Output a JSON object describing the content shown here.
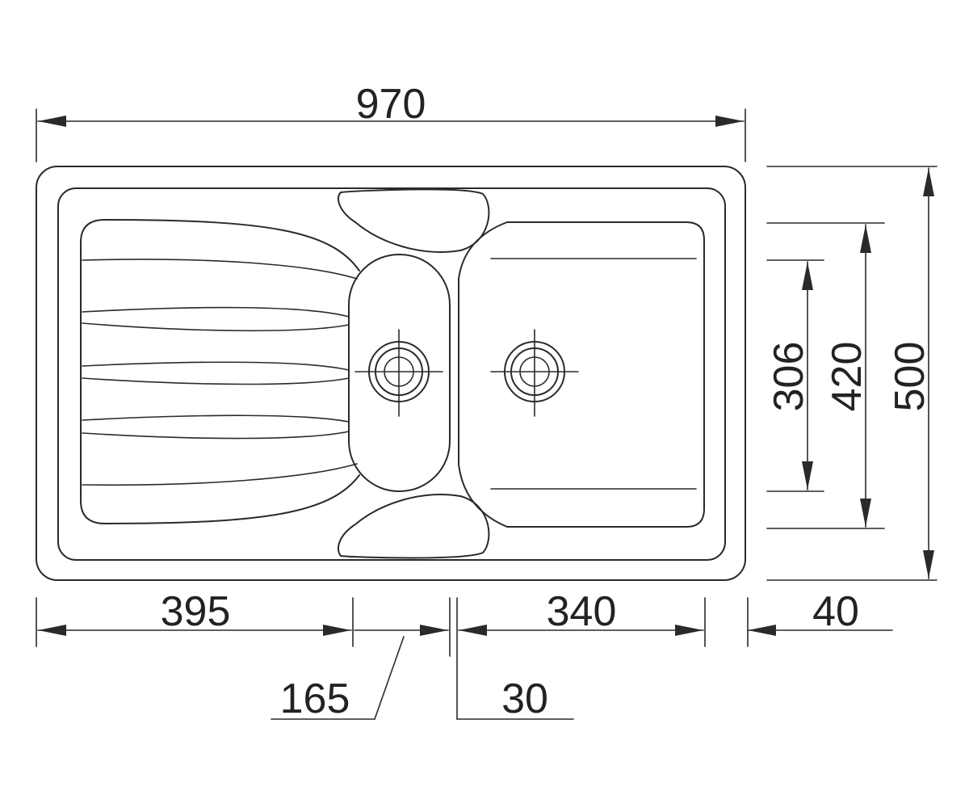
{
  "dimensions": {
    "overall_width": "970",
    "overall_depth": "500",
    "bowl_depth": "420",
    "small_bowl_depth": "306",
    "drainer_width": "395",
    "small_bowl_width": "165",
    "divider_width": "30",
    "main_bowl_width": "340",
    "rim_width": "40"
  },
  "colors": {
    "line": "#2a2a2a",
    "text": "#222222",
    "background": "#ffffff"
  }
}
